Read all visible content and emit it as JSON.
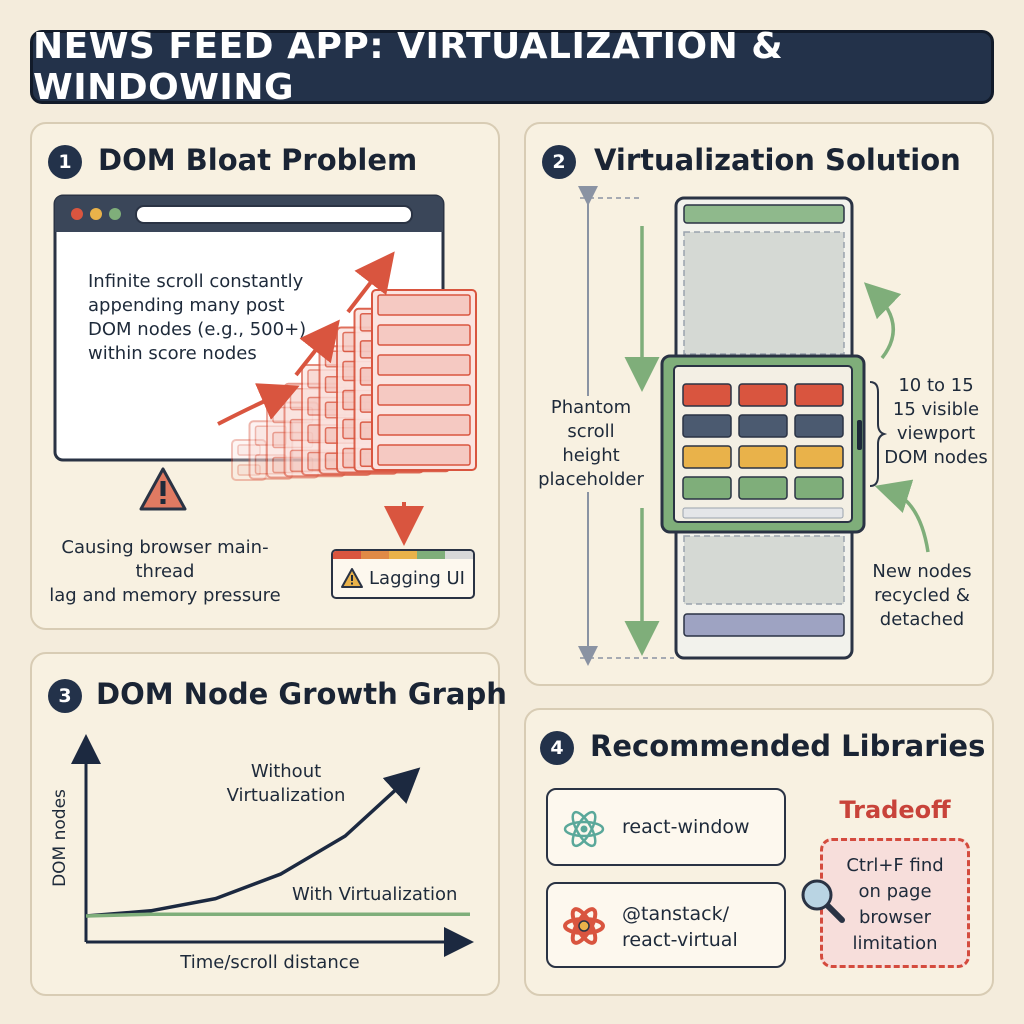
{
  "title": "NEWS FEED APP: VIRTUALIZATION & WINDOWING",
  "panels": {
    "dom_bloat": {
      "number": "1",
      "title": "DOM Bloat Problem",
      "browser_text": [
        "Infinite scroll constantly",
        "appending many post",
        "DOM nodes (e.g., 500+)",
        "within score nodes"
      ],
      "caption": [
        "Causing browser main-thread",
        "lag and memory pressure"
      ],
      "lag_badge": "Lagging UI"
    },
    "virtualization": {
      "number": "2",
      "title": "Virtualization Solution",
      "phantom_label": [
        "Phantom",
        "scroll height",
        "placeholder"
      ],
      "visible_label": [
        "10 to 15",
        "15 visible",
        "viewport",
        "DOM nodes"
      ],
      "recycle_label": [
        "New nodes",
        "recycled &",
        "detached"
      ]
    },
    "growth_graph": {
      "number": "3",
      "title": "DOM Node Growth Graph",
      "without_label": [
        "Without",
        "Virtualization"
      ],
      "with_label": "With Virtualization"
    },
    "libraries": {
      "number": "4",
      "title": "Recommended Libraries",
      "items": [
        {
          "label": [
            "react-window"
          ],
          "icon": "react-atom-icon",
          "color": "#5aa89a"
        },
        {
          "label": [
            "@tanstack/",
            "react-virtual"
          ],
          "icon": "tanstack-atom-icon",
          "color": "#d9553f"
        }
      ],
      "tradeoff_title": "Tradeoff",
      "tradeoff_text": [
        "Ctrl+F find",
        "on page",
        "browser",
        "limitation"
      ]
    }
  },
  "chart_data": {
    "type": "line",
    "title": "DOM Node Growth Graph",
    "xlabel": "Time/scroll distance",
    "ylabel": "DOM nodes",
    "x": [
      0,
      1,
      2,
      3,
      4,
      5
    ],
    "series": [
      {
        "name": "Without Virtualization",
        "values": [
          0,
          3,
          10,
          24,
          46,
          80
        ]
      },
      {
        "name": "With Virtualization",
        "values": [
          0,
          1,
          1,
          1,
          1,
          1
        ]
      }
    ],
    "ylim": [
      0,
      100
    ],
    "grid": false
  },
  "colors": {
    "navy": "#23324a",
    "red": "#d9553f",
    "green": "#7fae7a",
    "yellow": "#e9b24a",
    "slate": "#4b5a70"
  }
}
